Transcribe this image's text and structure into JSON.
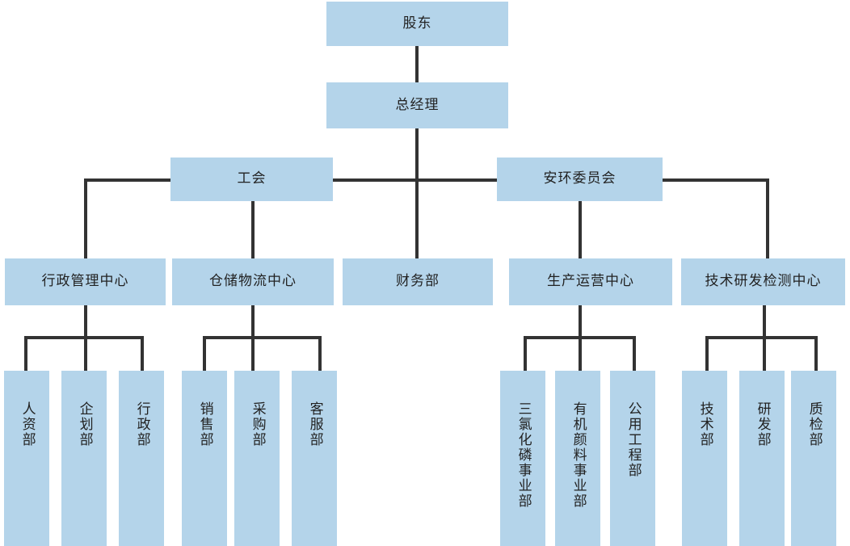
{
  "chart_data": {
    "type": "diagram",
    "diagram_type": "organizational-chart",
    "orientation": "top-down",
    "title": "",
    "node_fill_color": "#b4d4ea",
    "connector_color": "#333333",
    "background_color": "#ffffff",
    "text_color": "#222222",
    "levels": [
      {
        "level": 1,
        "labels": [
          "股东"
        ]
      },
      {
        "level": 2,
        "labels": [
          "总经理"
        ]
      },
      {
        "level": 3,
        "labels": [
          "工会",
          "安环委员会"
        ]
      },
      {
        "level": 4,
        "labels": [
          "行政管理中心",
          "仓储物流中心",
          "财务部",
          "生产运营中心",
          "技术研发检测中心"
        ]
      },
      {
        "level": 5,
        "labels": [
          "人资部",
          "企划部",
          "行政部",
          "销售部",
          "采购部",
          "客服部",
          "三氯化磷事业部",
          "有机颜料事业部",
          "公用工程部",
          "技术部",
          "研发部",
          "质检部"
        ]
      }
    ],
    "edges": [
      {
        "from": "股东",
        "to": "总经理"
      },
      {
        "from": "总经理",
        "to": "工会"
      },
      {
        "from": "总经理",
        "to": "安环委员会"
      },
      {
        "from": "总经理",
        "to": "财务部"
      },
      {
        "from": "工会",
        "to": "行政管理中心"
      },
      {
        "from": "工会",
        "to": "仓储物流中心"
      },
      {
        "from": "安环委员会",
        "to": "生产运营中心"
      },
      {
        "from": "安环委员会",
        "to": "技术研发检测中心"
      },
      {
        "from": "行政管理中心",
        "to": "人资部"
      },
      {
        "from": "行政管理中心",
        "to": "企划部"
      },
      {
        "from": "行政管理中心",
        "to": "行政部"
      },
      {
        "from": "仓储物流中心",
        "to": "销售部"
      },
      {
        "from": "仓储物流中心",
        "to": "采购部"
      },
      {
        "from": "仓储物流中心",
        "to": "客服部"
      },
      {
        "from": "生产运营中心",
        "to": "三氯化磷事业部"
      },
      {
        "from": "生产运营中心",
        "to": "有机颜料事业部"
      },
      {
        "from": "生产运营中心",
        "to": "公用工程部"
      },
      {
        "from": "技术研发检测中心",
        "to": "技术部"
      },
      {
        "from": "技术研发检测中心",
        "to": "研发部"
      },
      {
        "from": "技术研发检测中心",
        "to": "质检部"
      }
    ]
  },
  "nodes": {
    "shareholders": "股东",
    "general_manager": "总经理",
    "labor_union": "工会",
    "safety_env_committee": "安环委员会",
    "admin_center": "行政管理中心",
    "warehouse_center": "仓储物流中心",
    "finance_dept": "财务部",
    "production_center": "生产运营中心",
    "rnd_center": "技术研发检测中心",
    "hr_dept": "人资部",
    "planning_dept": "企划部",
    "administration_dept": "行政部",
    "sales_dept": "销售部",
    "purchasing_dept": "采购部",
    "customer_service_dept": "客服部",
    "pcl3_division": "三氯化磷事业部",
    "organic_pigment_division": "有机颜料事业部",
    "utility_engineering_dept": "公用工程部",
    "technology_dept": "技术部",
    "research_dept": "研发部",
    "quality_inspection_dept": "质检部"
  }
}
